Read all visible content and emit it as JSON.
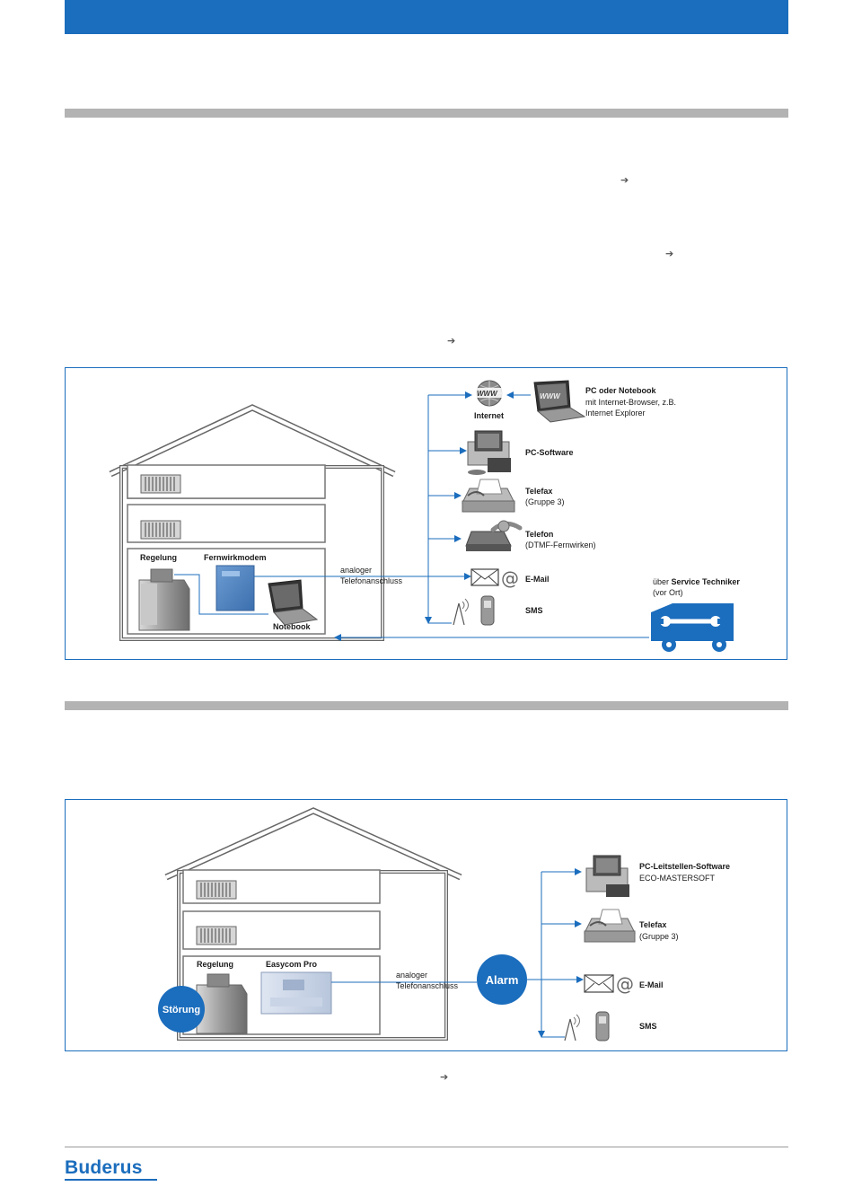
{
  "brand": {
    "logo_text": "Buderus",
    "accent_color": "#1b6dbd",
    "rule_color": "#b3b3b3"
  },
  "arrows": {
    "glyph": "➔"
  },
  "diagram1": {
    "devices": {
      "internet": "Internet",
      "pc_title": "PC oder Notebook",
      "pc_line1": "mit Internet-Browser, z.B.",
      "pc_line2": "Internet Explorer",
      "pc_software": "PC-Software",
      "telefax": "Telefax",
      "telefax_sub": "(Gruppe 3)",
      "telefon": "Telefon",
      "telefon_sub": "(DTMF-Fernwirken)",
      "email": "E-Mail",
      "sms": "SMS"
    },
    "house": {
      "regelung": "Regelung",
      "modem": "Fernwirkmodem",
      "notebook": "Notebook"
    },
    "line_label_1": "analoger",
    "line_label_2": "Telefonanschluss",
    "service_prefix": "über ",
    "service_bold": "Service Techniker",
    "service_sub": "(vor Ort)"
  },
  "diagram2": {
    "devices": {
      "pc_title": "PC-Leitstellen-Software",
      "pc_sub": "ECO-MASTERSOFT",
      "telefax": "Telefax",
      "telefax_sub": "(Gruppe 3)",
      "email": "E-Mail",
      "sms": "SMS"
    },
    "house": {
      "regelung": "Regelung",
      "device": "Easycom Pro",
      "stoerung": "Störung"
    },
    "line_label_1": "analoger",
    "line_label_2": "Telefonanschluss",
    "alarm": "Alarm"
  }
}
